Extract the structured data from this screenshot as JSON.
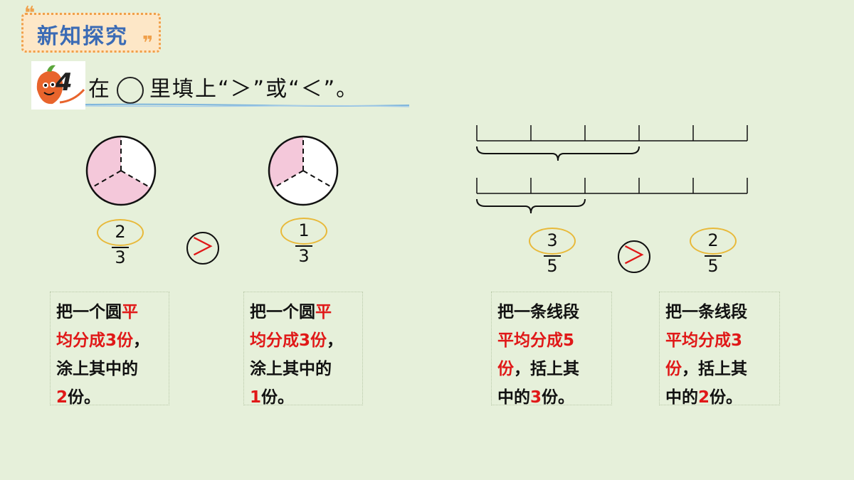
{
  "banner": {
    "title": "新知探究",
    "mark_open": "❝",
    "mark_close": "❞"
  },
  "problem": {
    "number": "4",
    "text_before": "在",
    "text_after": "里填上“＞”或“＜”。"
  },
  "fractions": [
    {
      "numerator": "2",
      "denominator": "3"
    },
    {
      "numerator": "1",
      "denominator": "3"
    },
    {
      "numerator": "3",
      "denominator": "5"
    },
    {
      "numerator": "2",
      "denominator": "5"
    }
  ],
  "comparisons": [
    "＞",
    "＞"
  ],
  "circles": [
    {
      "parts": 3,
      "shaded": 2
    },
    {
      "parts": 3,
      "shaded": 1
    }
  ],
  "segments": [
    {
      "parts": 5,
      "braced": 3
    },
    {
      "parts": 5,
      "braced": 2
    }
  ],
  "descriptions": [
    {
      "lines": [
        [
          {
            "t": "把一个圆",
            "r": false
          },
          {
            "t": "平",
            "r": true
          }
        ],
        [
          {
            "t": "均分成3份",
            "r": true
          },
          {
            "t": "，",
            "r": false
          }
        ],
        [
          {
            "t": "涂上其中的",
            "r": false
          }
        ],
        [
          {
            "t": "2",
            "r": true
          },
          {
            "t": "份。",
            "r": false
          }
        ]
      ]
    },
    {
      "lines": [
        [
          {
            "t": "把一个圆",
            "r": false
          },
          {
            "t": "平",
            "r": true
          }
        ],
        [
          {
            "t": "均分成3份",
            "r": true
          },
          {
            "t": "，",
            "r": false
          }
        ],
        [
          {
            "t": "涂上其中的",
            "r": false
          }
        ],
        [
          {
            "t": "1",
            "r": true
          },
          {
            "t": "份。",
            "r": false
          }
        ]
      ]
    },
    {
      "lines": [
        [
          {
            "t": "把一条线段",
            "r": false
          }
        ],
        [
          {
            "t": "平均分成5",
            "r": true
          }
        ],
        [
          {
            "t": "份",
            "r": true
          },
          {
            "t": "，括上其",
            "r": false
          }
        ],
        [
          {
            "t": "中的",
            "r": false
          },
          {
            "t": "3",
            "r": true
          },
          {
            "t": "份。",
            "r": false
          }
        ]
      ]
    },
    {
      "lines": [
        [
          {
            "t": "把一条线段",
            "r": false
          }
        ],
        [
          {
            "t": "平均分成3",
            "r": true
          }
        ],
        [
          {
            "t": "份",
            "r": true
          },
          {
            "t": "，括上其",
            "r": false
          }
        ],
        [
          {
            "t": "中的",
            "r": false
          },
          {
            "t": "2",
            "r": true
          },
          {
            "t": "份。",
            "r": false
          }
        ]
      ]
    }
  ],
  "colors": {
    "shade": "#f4c8da",
    "accent_red": "#e01818",
    "oval": "#e8b93a",
    "banner_title": "#3b6bb5"
  }
}
